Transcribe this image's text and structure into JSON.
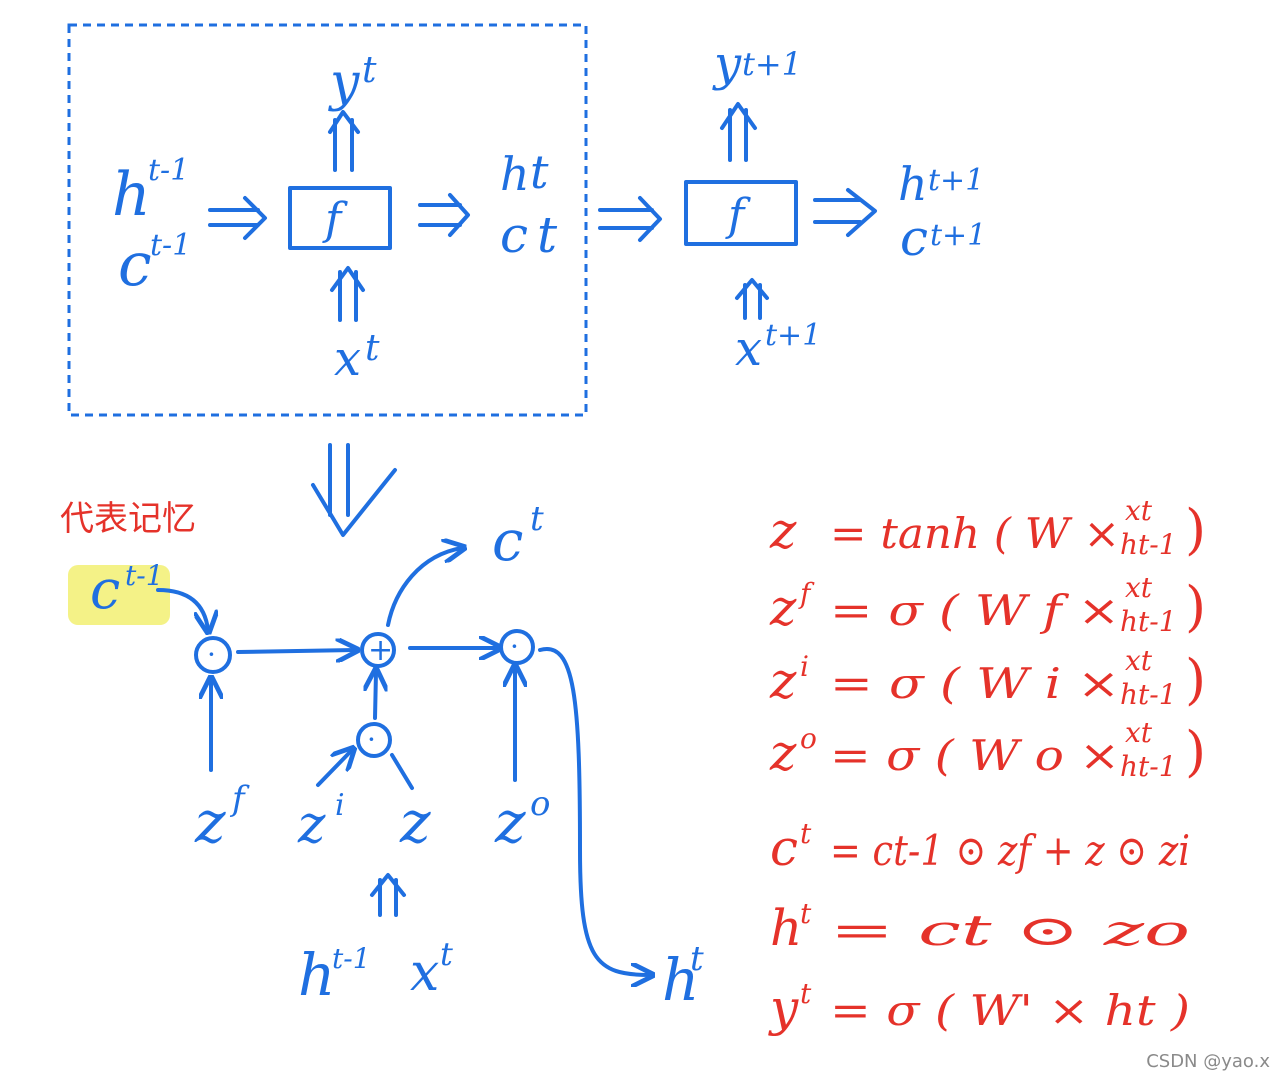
{
  "top": {
    "cell1": {
      "fn": "f",
      "in_h": "h",
      "in_h_sup": "t-1",
      "in_c": "c",
      "in_c_sup": "t-1",
      "in_x": "x",
      "in_x_sup": "t",
      "out_y": "y",
      "out_y_sup": "t",
      "out_h": "h",
      "out_h_sup": "t",
      "out_c": "c",
      "out_c_sup": "t"
    },
    "cell2": {
      "fn": "f",
      "in_x": "x",
      "in_x_sup": "t+1",
      "out_y": "y",
      "out_y_sup": "t+1",
      "out_h": "h",
      "out_h_sup": "t+1",
      "out_c": "c",
      "out_c_sup": "t+1"
    }
  },
  "bottom": {
    "memory_note": "代表记忆",
    "c_prev": "c",
    "c_prev_sup": "t-1",
    "c_out": "c",
    "c_out_sup": "t",
    "zf": "z",
    "zf_sup": "f",
    "zi": "z",
    "zi_sup": "i",
    "z": "z",
    "zo": "z",
    "zo_sup": "o",
    "h_prev": "h",
    "h_prev_sup": "t-1",
    "x_in": "x",
    "x_in_sup": "t",
    "h_out": "h",
    "h_out_sup": "t",
    "node_plus": "+",
    "node_dot": "·"
  },
  "equations": [
    {
      "lhs": "z",
      "lhs_sup": "",
      "rhs": "= tanh ( W ×",
      "stack_top": "xt",
      "stack_bot": "ht-1",
      "close": ")"
    },
    {
      "lhs": "z",
      "lhs_sup": "f",
      "rhs": "= σ ( W f ×",
      "stack_top": "xt",
      "stack_bot": "ht-1",
      "close": ")"
    },
    {
      "lhs": "z",
      "lhs_sup": "i",
      "rhs": "= σ ( W i ×",
      "stack_top": "xt",
      "stack_bot": "ht-1",
      "close": ")"
    },
    {
      "lhs": "z",
      "lhs_sup": "o",
      "rhs": "= σ ( W o ×",
      "stack_top": "xt",
      "stack_bot": "ht-1",
      "close": ")"
    },
    {
      "lhs": "c",
      "lhs_sup": "t",
      "rhs": "= ct-1 ⊙ zf + z ⊙ zi",
      "stack_top": "",
      "stack_bot": "",
      "close": ""
    },
    {
      "lhs": "h",
      "lhs_sup": "t",
      "rhs": "= ct ⊙ zo",
      "stack_top": "",
      "stack_bot": "",
      "close": ""
    },
    {
      "lhs": "y",
      "lhs_sup": "t",
      "rhs": "= σ ( W' × ht )",
      "stack_top": "",
      "stack_bot": "",
      "close": ""
    }
  ],
  "watermark": "CSDN @yao.x",
  "colors": {
    "blue": "#1f6fe0",
    "red": "#e5322a",
    "highlight": "#f3f17a"
  }
}
